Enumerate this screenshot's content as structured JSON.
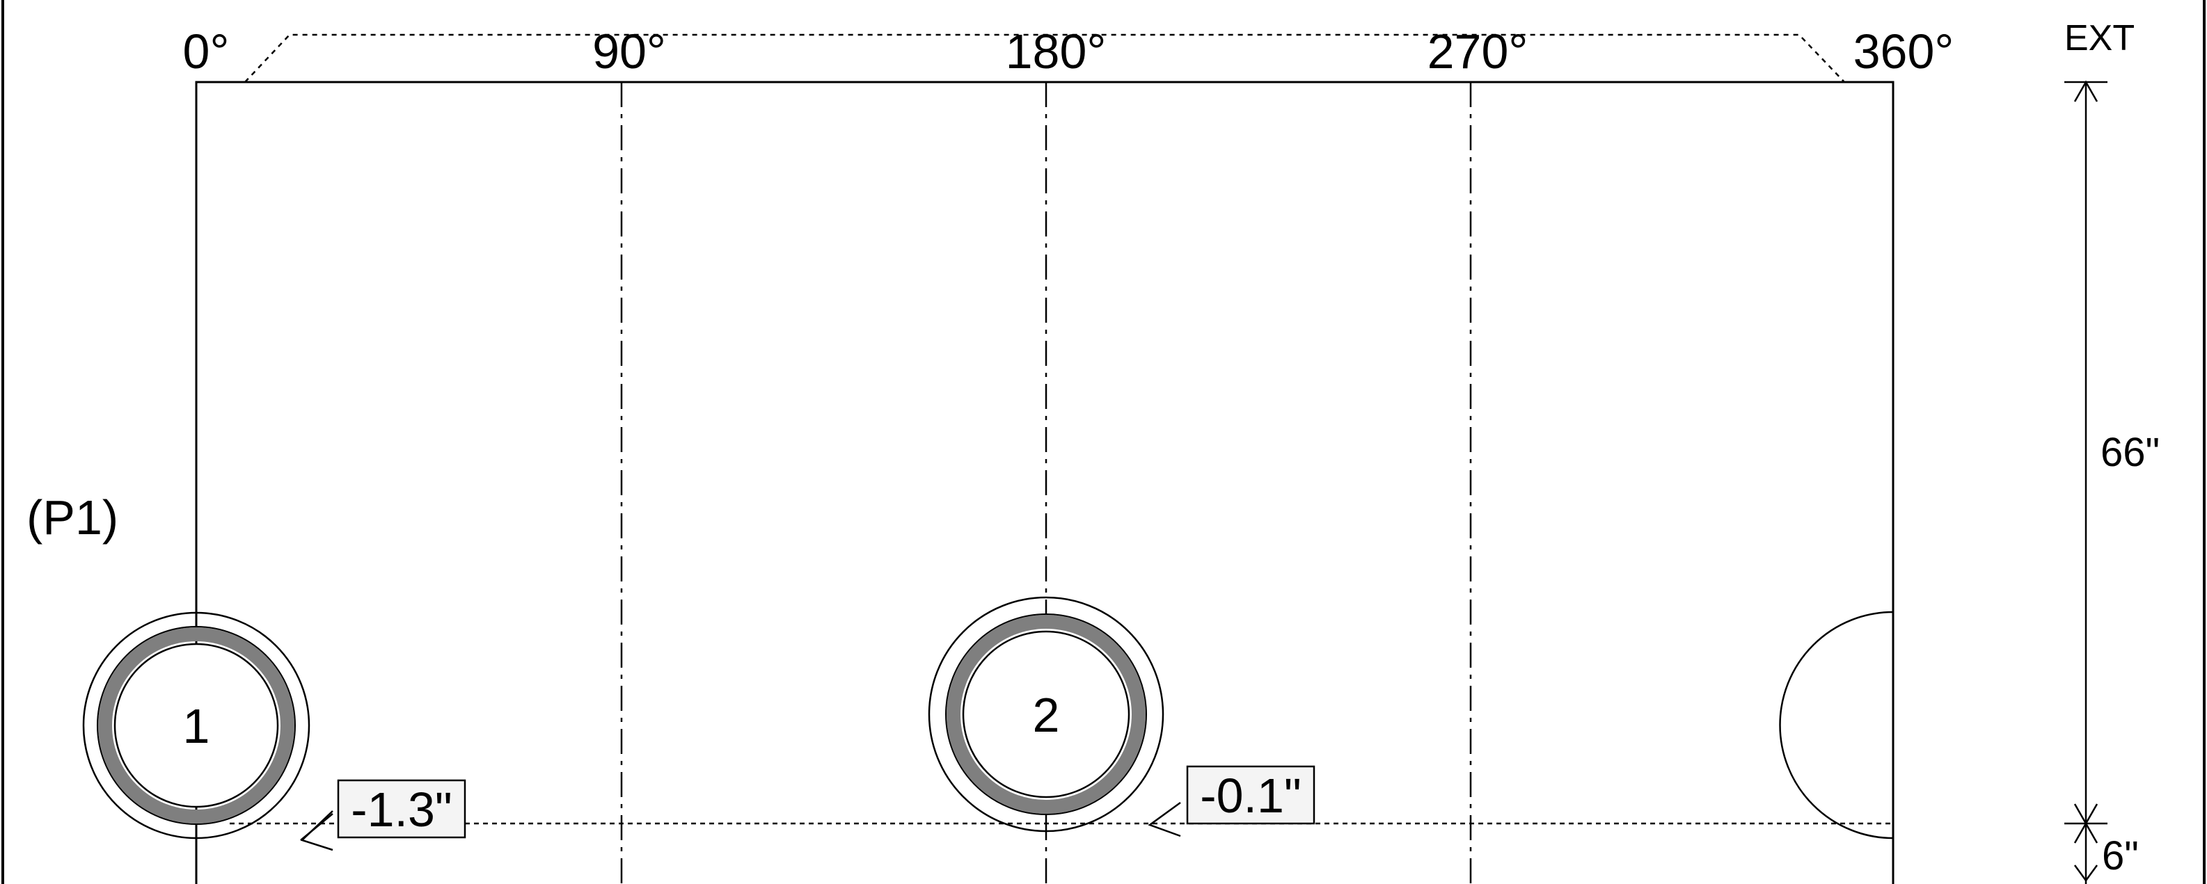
{
  "degree_labels": [
    "0°",
    "90°",
    "180°",
    "270°",
    "360°"
  ],
  "section_label": "(P1)",
  "side_label": "EXT",
  "dimensions": {
    "upper": "66\"",
    "lower": "6\""
  },
  "nozzles": [
    {
      "number": "1",
      "offset": "-1.3\""
    },
    {
      "number": "2",
      "offset": "-0.1\""
    }
  ]
}
